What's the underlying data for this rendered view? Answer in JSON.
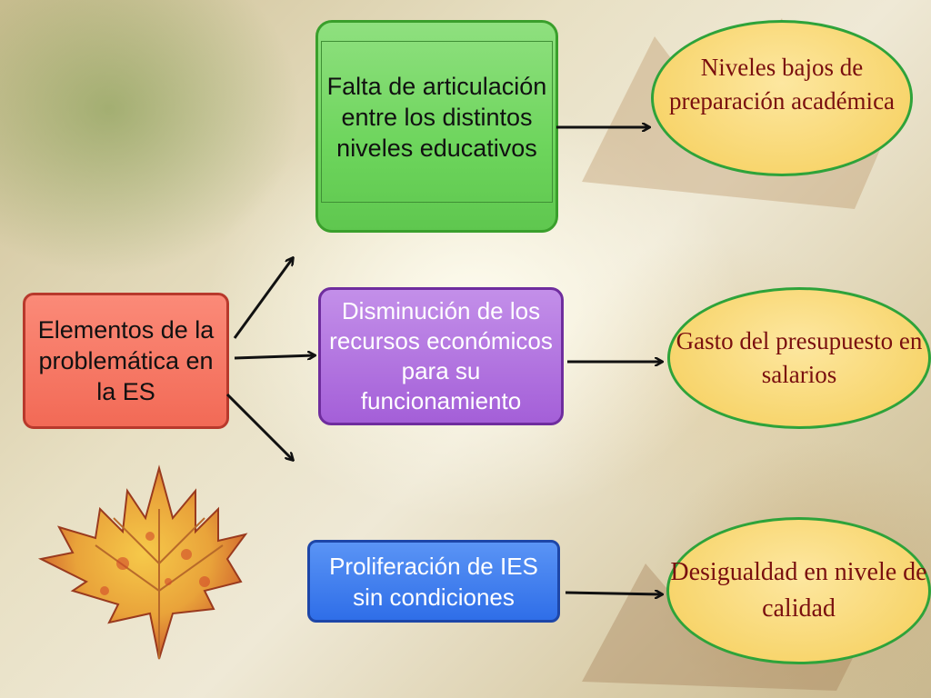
{
  "center": {
    "lines": [
      "Elementos de la",
      "problemática en",
      "la  ES"
    ]
  },
  "causes": [
    {
      "id": "green",
      "lines": [
        "Falta de articulación",
        "entre los distintos",
        "niveles educativos"
      ]
    },
    {
      "id": "purple",
      "lines": [
        "Disminución de los",
        "recursos económicos",
        "para su",
        "funcionamiento"
      ]
    },
    {
      "id": "blue",
      "lines": [
        "Proliferación de IES",
        "sin condiciones"
      ]
    }
  ],
  "effects": [
    {
      "id": "1",
      "lines": [
        "Niveles bajos",
        "de",
        "preparación",
        "académica"
      ]
    },
    {
      "id": "2",
      "lines": [
        "Gasto del",
        "presupuesto",
        "en  salarios"
      ]
    },
    {
      "id": "3",
      "lines": [
        "Desigualdad",
        "en nivele de",
        "calidad"
      ]
    }
  ],
  "colors": {
    "green_box": "#6dd55c",
    "red_box": "#f26a56",
    "purple_box": "#a45fd8",
    "blue_box": "#2f6ee8",
    "oval_fill": "#f7d46a",
    "oval_border": "#2ea33a",
    "oval_text": "#7a0f0f",
    "arrow": "#111111"
  },
  "decorations": {
    "leaf_icon": "maple-leaf-icon"
  }
}
